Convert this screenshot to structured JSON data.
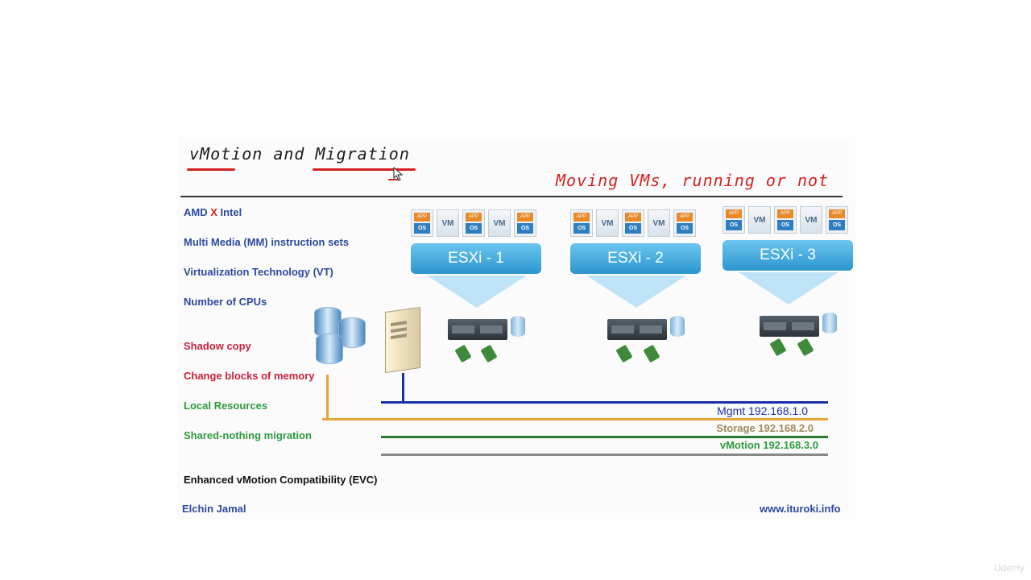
{
  "slide": {
    "title": "vMotion and Migration",
    "subtitle": "Moving VMs, running or not"
  },
  "list": [
    {
      "text_a": "AMD ",
      "text_x": "X",
      "text_b": " Intel"
    },
    {
      "text": "Multi Media (MM) instruction sets"
    },
    {
      "text": "Virtualization Technology (VT)"
    },
    {
      "text": "Number of CPUs"
    },
    {
      "text": "Shadow copy"
    },
    {
      "text": "Change blocks of memory"
    },
    {
      "text": "Local Resources"
    },
    {
      "text": "Shared-nothing migration"
    },
    {
      "text": "Enhanced vMotion Compatibility (EVC)"
    }
  ],
  "hosts": [
    {
      "label": "ESXi - 1"
    },
    {
      "label": "ESXi - 2"
    },
    {
      "label": "ESXi - 3"
    }
  ],
  "vm_icons": {
    "app": "APP",
    "os": "OS",
    "vm": "VM"
  },
  "networks": [
    {
      "label": "Mgmt 192.168.1.0",
      "color": "#1a2fa8"
    },
    {
      "label": "Storage 192.168.2.0",
      "color": "#e8a33a"
    },
    {
      "label": "vMotion 192.168.3.0",
      "color": "#2c7a2c"
    },
    {
      "label": "",
      "color": "#888888"
    }
  ],
  "footer": {
    "author": "Elchin Jamal",
    "website": "www.ituroki.info"
  },
  "watermark": "Udemy",
  "colors": {
    "accent_red": "#d42020",
    "list_blue": "#2c4a9e",
    "esxi_blue": "#2b95cf"
  }
}
